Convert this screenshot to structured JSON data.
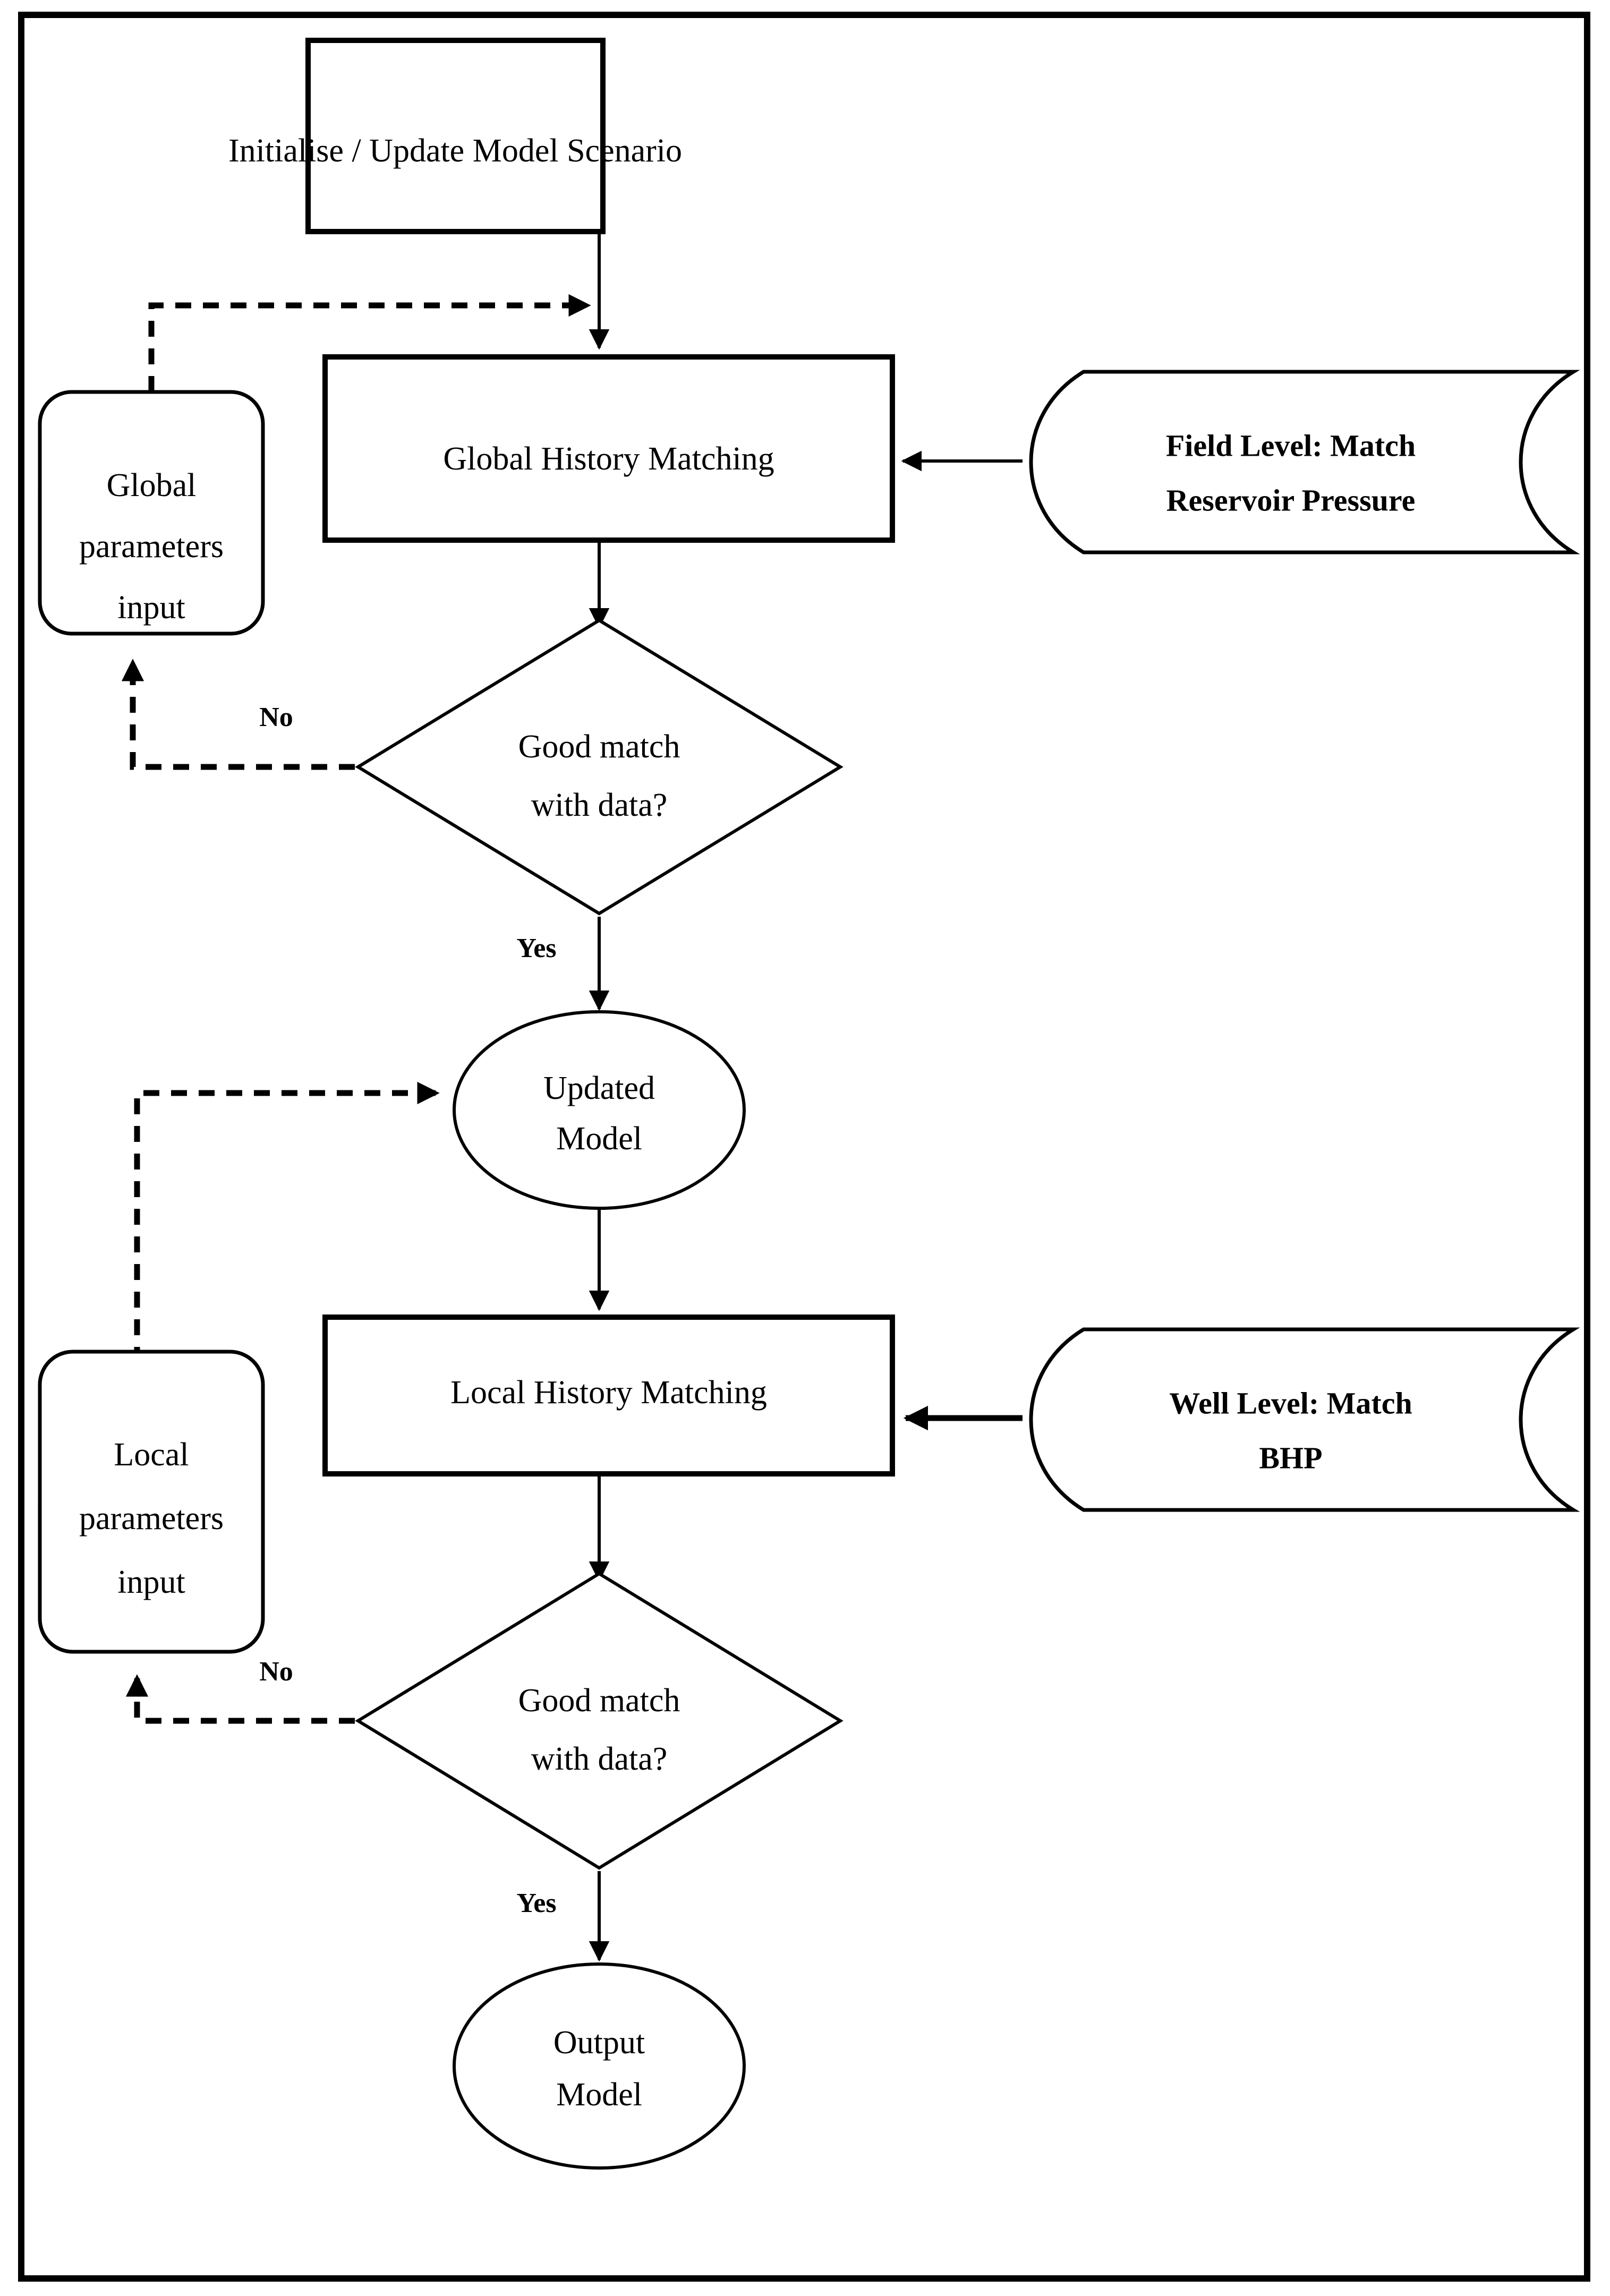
{
  "figure": {
    "title": "History matching workflow flowchart",
    "frame_color": "#000000",
    "background_color": "#ffffff",
    "line_color": "#000000"
  },
  "nodes": {
    "initialise": {
      "shape": "process-rectangle",
      "label": "Initialise / Update Model Scenario"
    },
    "global_params": {
      "shape": "rounded-rectangle",
      "line1": "Global",
      "line2": "parameters",
      "line3": "input"
    },
    "global_hm": {
      "shape": "process-rectangle",
      "label": "Global History Matching"
    },
    "field_level": {
      "shape": "tape-cylinder",
      "line1": "Field Level: Match",
      "line2": "Reservoir Pressure"
    },
    "decision_global": {
      "shape": "diamond",
      "line1": "Good match",
      "line2": "with data?"
    },
    "updated_model": {
      "shape": "ellipse",
      "line1": "Updated",
      "line2": "Model"
    },
    "local_params": {
      "shape": "rounded-rectangle",
      "line1": "Local",
      "line2": "parameters",
      "line3": "input"
    },
    "local_hm": {
      "shape": "process-rectangle",
      "label": "Local History Matching"
    },
    "well_level": {
      "shape": "tape-cylinder",
      "line1": "Well Level: Match",
      "line2": "BHP"
    },
    "decision_local": {
      "shape": "diamond",
      "line1": "Good match",
      "line2": "with data?"
    },
    "output_model": {
      "shape": "ellipse",
      "line1": "Output",
      "line2": "Model"
    }
  },
  "edge_labels": {
    "global_no": "No",
    "global_yes": "Yes",
    "local_no": "No",
    "local_yes": "Yes"
  }
}
